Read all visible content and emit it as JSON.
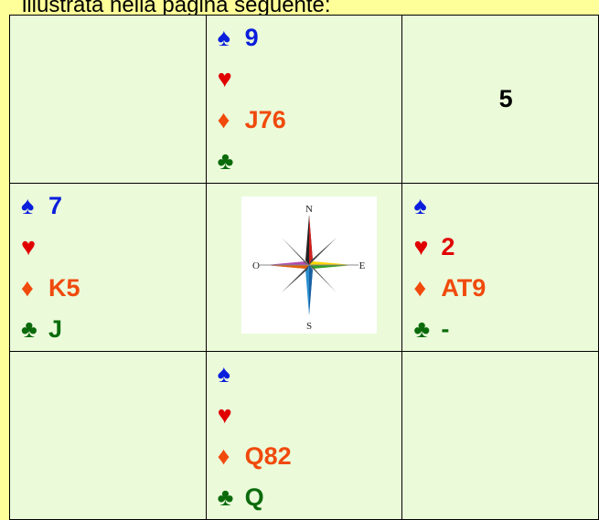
{
  "caption": "illustrata nella pagina seguente:",
  "icons": {
    "spade": "♠",
    "heart": "♥",
    "diamond": "♦",
    "club": "♣"
  },
  "north": {
    "spades": "9",
    "hearts": "",
    "diamonds": "J76",
    "clubs": ""
  },
  "top_right_number": "5",
  "west": {
    "spades": "7",
    "hearts": "",
    "diamonds": "K5",
    "clubs": "J"
  },
  "east": {
    "spades": "",
    "hearts": "2",
    "diamonds": "AT9",
    "clubs": "-"
  },
  "south": {
    "spades": "",
    "hearts": "",
    "diamonds": "Q82",
    "clubs": "Q"
  },
  "compass": {
    "n": "N",
    "s": "S",
    "e": "E",
    "o": "O"
  },
  "colors": {
    "spade": "#0a1edc",
    "heart": "#e00000",
    "diamond": "#f04a0c",
    "club": "#0b6b0b",
    "cell_bg": "#ebfbda",
    "page_bg": "#ffff99"
  }
}
